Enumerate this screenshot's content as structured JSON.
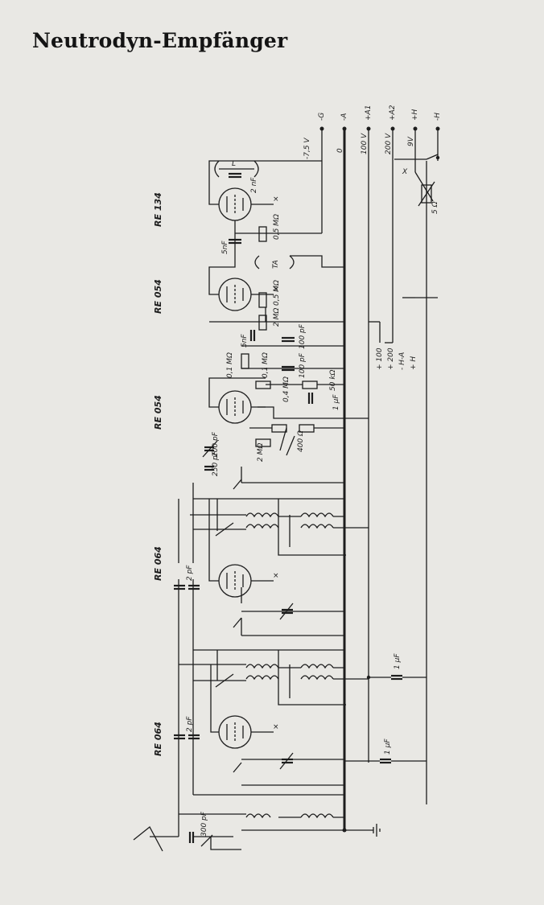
{
  "title": "Neutrodyn-Empfänger",
  "tubes": [
    "RE 134",
    "RE 054",
    "RE 054",
    "RE 064",
    "RE 064"
  ],
  "terminals": [
    {
      "top": "-G",
      "bottom": "-7,5 V"
    },
    {
      "top": "-A",
      "bottom": "0"
    },
    {
      "top": "+A1",
      "bottom": "100 V"
    },
    {
      "top": "+A2",
      "bottom": "200 V"
    },
    {
      "top": "+H",
      "bottom": "9V"
    },
    {
      "top": "-H",
      "bottom": ""
    }
  ],
  "battery_taps": [
    "+ 100",
    "+ 200",
    "- H-A",
    "+ H"
  ],
  "labels": {
    "l": "L",
    "ta": "TA",
    "x": "X",
    "c_2nf": "2 nF",
    "c_5nf_a": "5nF",
    "c_5nf_b": "5nF",
    "r_05_a": "0,5 MΩ",
    "r_05_b": "0,5 MΩ",
    "r_2_a": "2 MΩ",
    "r_2_b": "2 MΩ",
    "r_01_a": "0,1 MΩ",
    "r_01_b": "0,1 MΩ",
    "c_100_a": "100 pF",
    "c_100_b": "100 pF",
    "r_04": "0,4 MΩ",
    "r_50": "50 kΩ",
    "c_1uf": "1 µF",
    "r_400": "400 Ω",
    "c_200": "200 pF",
    "c_250": "250 pF",
    "c_2pf_a": "2 pF",
    "c_2pf_b": "2 pF",
    "c_1uf_a": "1 µF",
    "c_1uf_b": "1 µF",
    "c_300": "300 pF",
    "r_5": "5 Ω"
  }
}
